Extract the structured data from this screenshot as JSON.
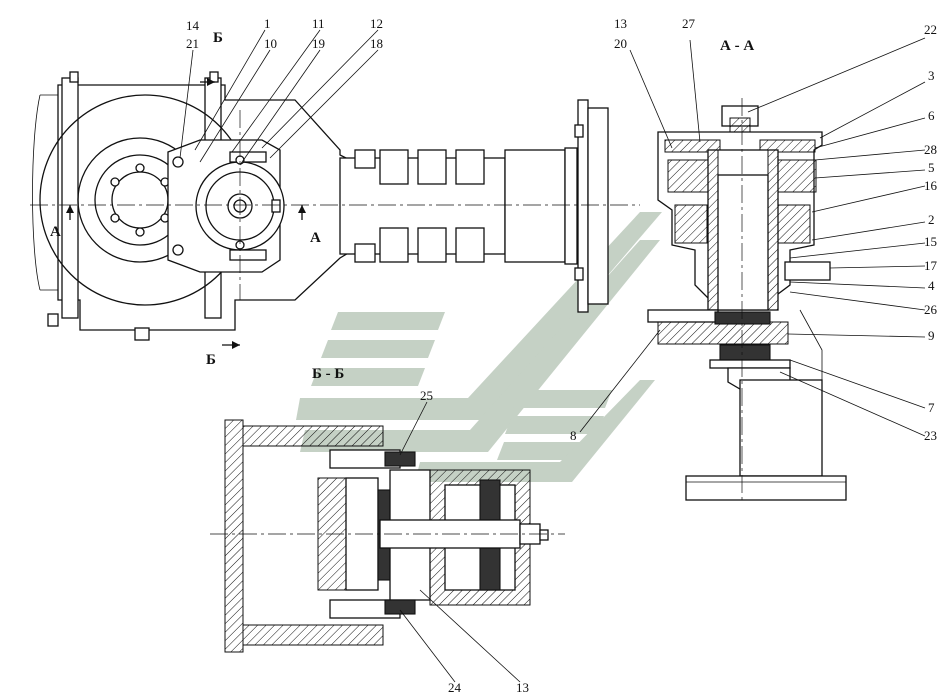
{
  "sections": {
    "aa": "А - А",
    "bb": "Б - Б",
    "cut_a_left": "А",
    "cut_a_right": "А",
    "cut_b_top": "Б",
    "cut_b_bottom": "Б"
  },
  "callouts": [
    {
      "key": "14",
      "text": "14"
    },
    {
      "key": "21",
      "text": "21"
    },
    {
      "key": "1",
      "text": "1"
    },
    {
      "key": "10",
      "text": "10"
    },
    {
      "key": "11",
      "text": "11"
    },
    {
      "key": "19",
      "text": "19"
    },
    {
      "key": "12",
      "text": "12"
    },
    {
      "key": "18",
      "text": "18"
    },
    {
      "key": "13a",
      "text": "13"
    },
    {
      "key": "20",
      "text": "20"
    },
    {
      "key": "27",
      "text": "27"
    },
    {
      "key": "22",
      "text": "22"
    },
    {
      "key": "3",
      "text": "3"
    },
    {
      "key": "6",
      "text": "6"
    },
    {
      "key": "28",
      "text": "28"
    },
    {
      "key": "5",
      "text": "5"
    },
    {
      "key": "16",
      "text": "16"
    },
    {
      "key": "2",
      "text": "2"
    },
    {
      "key": "15",
      "text": "15"
    },
    {
      "key": "17",
      "text": "17"
    },
    {
      "key": "4",
      "text": "4"
    },
    {
      "key": "26",
      "text": "26"
    },
    {
      "key": "9",
      "text": "9"
    },
    {
      "key": "7",
      "text": "7"
    },
    {
      "key": "23",
      "text": "23"
    },
    {
      "key": "8",
      "text": "8"
    },
    {
      "key": "25",
      "text": "25"
    },
    {
      "key": "24",
      "text": "24"
    },
    {
      "key": "13b",
      "text": "13"
    }
  ],
  "colors": {
    "line": "#111111",
    "section_fill": "#333333",
    "watermark": "#7f9a7f"
  },
  "icons": {
    "watermark": "stripe-logo-watermark"
  }
}
